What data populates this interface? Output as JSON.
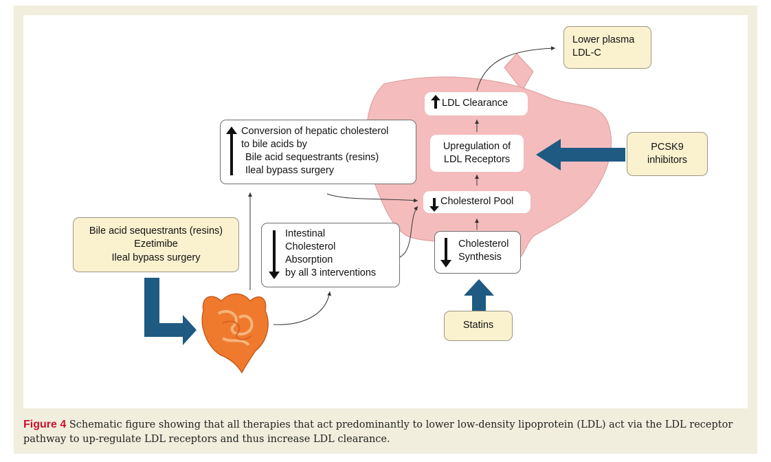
{
  "boxes": {
    "lower_plasma": [
      "Lower plasma",
      "LDL-C"
    ],
    "ldl_clearance": "LDL Clearance",
    "upregulation": [
      "Upregulation of",
      "LDL Receptors"
    ],
    "pcsk9": [
      "PCSK9",
      "inhibitors"
    ],
    "conversion": [
      "Conversion of hepatic cholesterol",
      "to bile acids by",
      "Bile acid sequestrants (resins)",
      "Ileal bypass surgery"
    ],
    "cholesterol_pool": "Cholesterol Pool",
    "interventions": [
      "Bile acid sequestrants (resins)",
      "Ezetimibe",
      "Ileal bypass surgery"
    ],
    "absorption": [
      "Intestinal",
      "Cholesterol",
      "Absorption",
      "by all 3 interventions"
    ],
    "synthesis": [
      "Cholesterol",
      "Synthesis"
    ],
    "statins": "Statins"
  },
  "caption": {
    "label": "Figure 4",
    "text": "Schematic figure showing that all therapies that act predominantly to lower low-density lipoprotein (LDL) act via the LDL receptor pathway to up-regulate LDL receptors and thus increase LDL clearance."
  },
  "colors": {
    "liver": "#f4bcbc",
    "blue_arrow": "#1f5a82",
    "tan_box": "#faf1cf",
    "frame": "#f1eedd",
    "figure_label": "#c8102e"
  },
  "icons": [
    "liver-illustration",
    "intestine-illustration",
    "up-arrow-icon",
    "down-arrow-icon"
  ]
}
